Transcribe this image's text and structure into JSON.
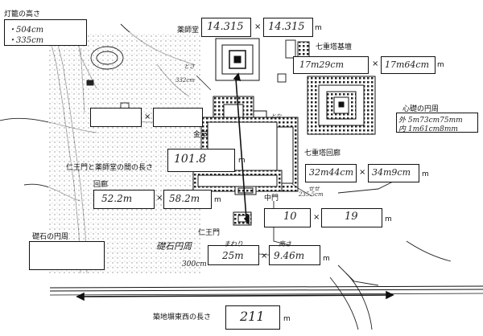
{
  "labels": {
    "lantern_height": "灯籠の高さ",
    "yakushido": "薬師堂",
    "shichiju_kidan": "七重塔基壇",
    "shinso_perimeter": "心礎の円周",
    "kondo": "金堂",
    "niomon_yakushido_length": "仁王門と薬師堂の間の長さ",
    "shichiju_kairo": "七重塔回廊",
    "kairo": "回廊",
    "chumon": "中門",
    "niomon": "仁王門",
    "soseki_perimeter": "礎石の円周",
    "tsuijibei_length": "築地塀東西の長さ"
  },
  "ops": {
    "times": "×"
  },
  "units": {
    "m": "m"
  },
  "handwritten": {
    "lantern_1": "・504cm",
    "lantern_2": "・335cm",
    "yakushido_w": "14.315",
    "yakushido_d": "14.315",
    "kidan_w": "17m29cm",
    "kidan_d": "17m64cm",
    "shinso_1": "外 5m73cm75mm",
    "shinso_2": "内 1m61cm8mm",
    "distance": "101.8",
    "kairo_shichiju_w": "32m44cm",
    "kairo_shichiju_d": "34m9cm",
    "kairo_w": "52.2m",
    "kairo_d": "58.2m",
    "chumon_w": "10",
    "chumon_d": "19",
    "soseki_label": "礎石円周",
    "soseki_value": "300cm",
    "niomon_mawari_label": "まわり",
    "niomon_mawari": "25m",
    "niomon_takasa_label": "高さ",
    "niomon_takasa": "9.46m",
    "tsuiji": "211",
    "note_332": "332cm",
    "note_chumon_1": "せせ",
    "note_chumon_2": "235.5cm",
    "note_right": "とな",
    "note_left": "とさ"
  },
  "colors": {
    "ink": "#111111",
    "paper": "#ffffff",
    "pencil": "#333333"
  }
}
